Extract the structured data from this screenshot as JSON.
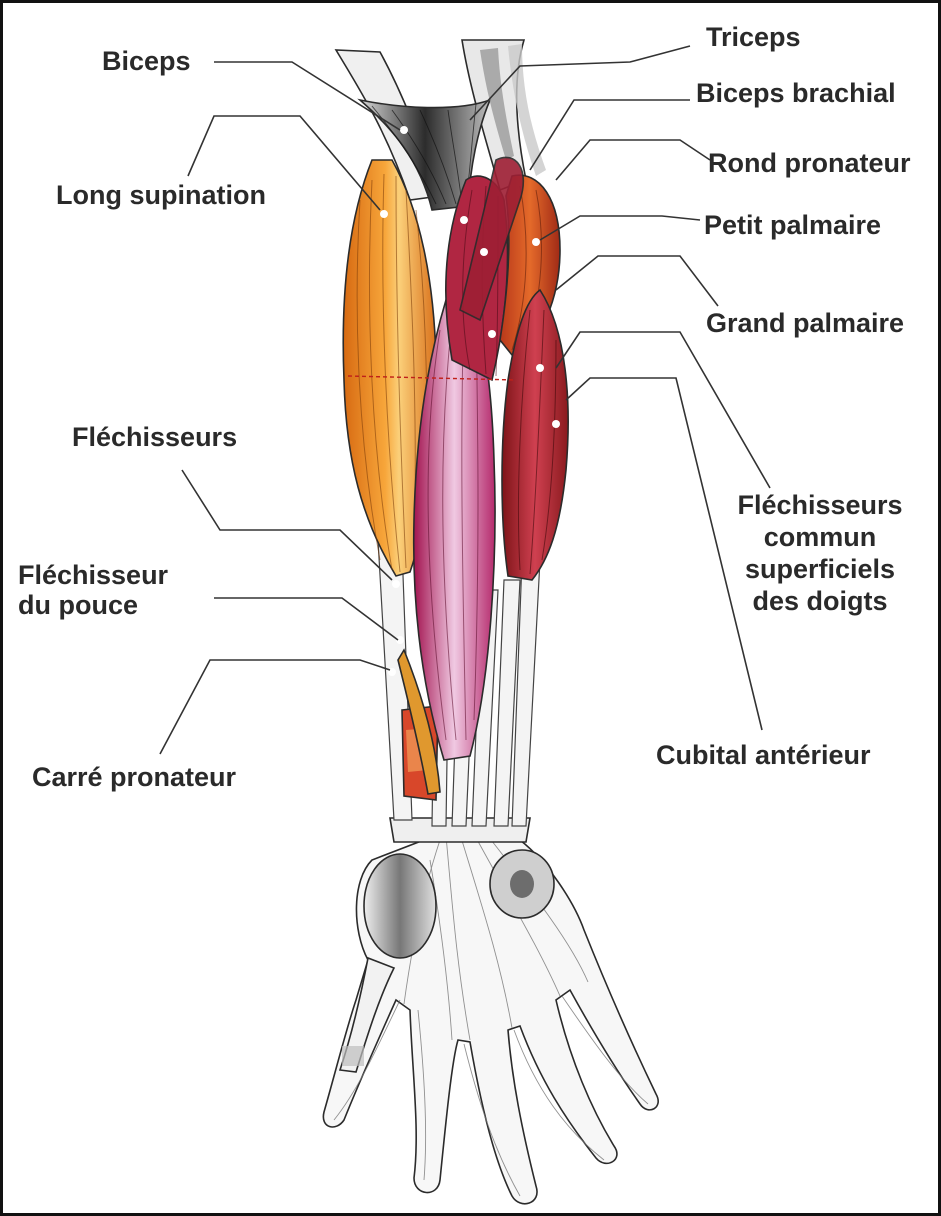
{
  "labels": {
    "biceps": "Biceps",
    "long_supination": "Long supination",
    "flechisseurs": "Fléchisseurs",
    "flechisseur_pouce_1": "Fléchisseur",
    "flechisseur_pouce_2": "du pouce",
    "carre_pronateur": "Carré pronateur",
    "triceps": "Triceps",
    "biceps_brachial": "Biceps brachial",
    "rond_pronateur": "Rond pronateur",
    "petit_palmaire": "Petit palmaire",
    "grand_palmaire": "Grand palmaire",
    "flechisseurs_commun_1": "Fléchisseurs",
    "flechisseurs_commun_2": "commun",
    "flechisseurs_commun_3": "superficiels",
    "flechisseurs_commun_4": "des doigts",
    "cubital_anterieur": "Cubital antérieur"
  },
  "colors": {
    "orange_muscle": "#e8841f",
    "orange_light": "#f6b24a",
    "red_muscle": "#b8262a",
    "dark_red": "#7e1418",
    "pink_muscle": "#c93a78",
    "pink_light": "#f2c6e0",
    "grey_tendon": "#8a8a8a",
    "outline": "#2b2b2b"
  }
}
